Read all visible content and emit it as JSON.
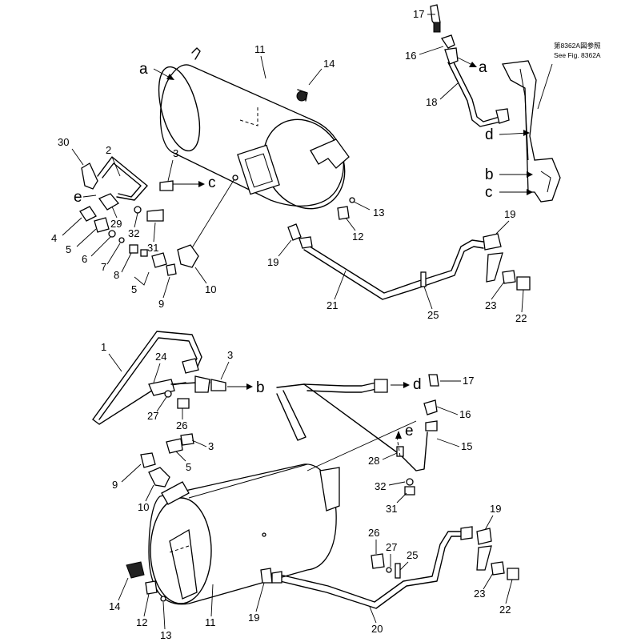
{
  "diagram": {
    "type": "exploded parts diagram",
    "reference_note": {
      "line1": "第8362A図参照",
      "line2": "See Fig. 8362A"
    },
    "connection_letters": [
      "a",
      "b",
      "c",
      "d",
      "e"
    ],
    "callouts_top": [
      "11",
      "14",
      "17",
      "16",
      "18",
      "30",
      "2",
      "3",
      "12",
      "13",
      "4",
      "29",
      "5",
      "6",
      "32",
      "31",
      "7",
      "8",
      "5",
      "9",
      "10",
      "19",
      "21",
      "25",
      "19",
      "23",
      "22"
    ],
    "callouts_bottom": [
      "1",
      "24",
      "3",
      "17",
      "16",
      "27",
      "26",
      "15",
      "3",
      "28",
      "9",
      "5",
      "32",
      "10",
      "31",
      "19",
      "26",
      "27",
      "25",
      "14",
      "12",
      "11",
      "19",
      "20",
      "23",
      "22",
      "13"
    ]
  }
}
